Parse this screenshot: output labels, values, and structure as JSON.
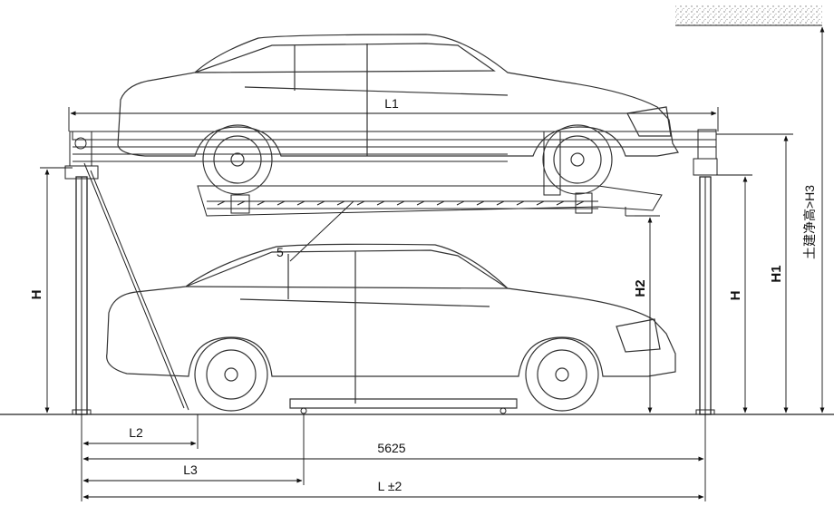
{
  "labels": {
    "L1": "L1",
    "L2": "L2",
    "L3": "L3",
    "overall_length": "5625",
    "L_tol": "L ±2",
    "H_left": "H",
    "H_right": "H",
    "H1": "H1",
    "H2": "H2",
    "H3": "土建净高>H3",
    "part_5": "5"
  },
  "colors": {
    "line": "#222222",
    "background": "#ffffff"
  }
}
